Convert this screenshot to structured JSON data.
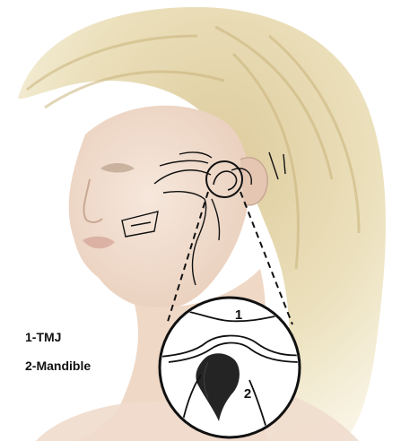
{
  "legend": {
    "item_1": "1-TMJ",
    "item_2": "2-Mandible"
  },
  "callouts": {
    "label_1": "1",
    "label_2": "2"
  },
  "colors": {
    "hair": "#e7d9a6",
    "hair_dark": "#c9b27a",
    "skin": "#f2dccb",
    "shadow": "#d9bfae",
    "ink": "#111111",
    "background": "#ffffff"
  }
}
